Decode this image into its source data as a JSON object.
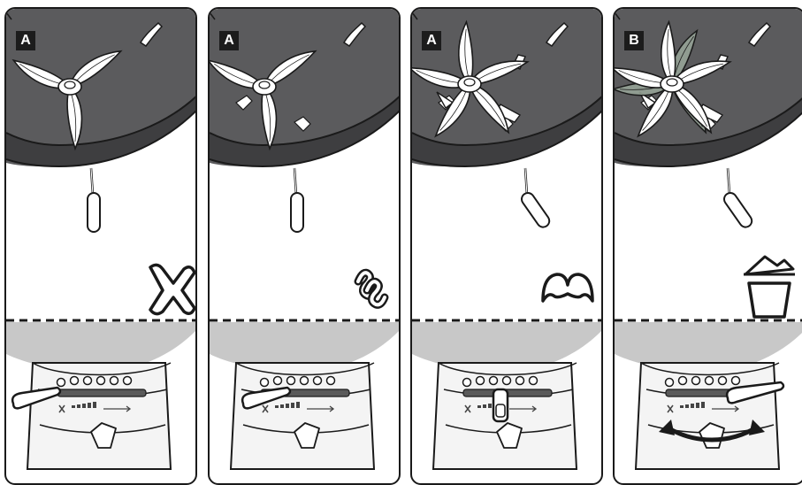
{
  "panels": [
    {
      "label": "A",
      "blades": 3,
      "mode_icon": "cross-icon",
      "slider_position": "left"
    },
    {
      "label": "A",
      "blades": 3,
      "mode_icon": "wave-icon",
      "slider_position": "center-left"
    },
    {
      "label": "A",
      "blades": 5,
      "mode_icon": "dough-hook-icon",
      "slider_position": "center"
    },
    {
      "label": "B",
      "blades": 5,
      "mode_icon": "discard-bin-icon",
      "slider_position": "right"
    }
  ],
  "colors": {
    "lid": "#5b5b5d",
    "lid_rim": "#3e3e40",
    "base": "#c8c8c8",
    "outline": "#1a1a1a",
    "ghost_blade": "#9aa89a"
  }
}
